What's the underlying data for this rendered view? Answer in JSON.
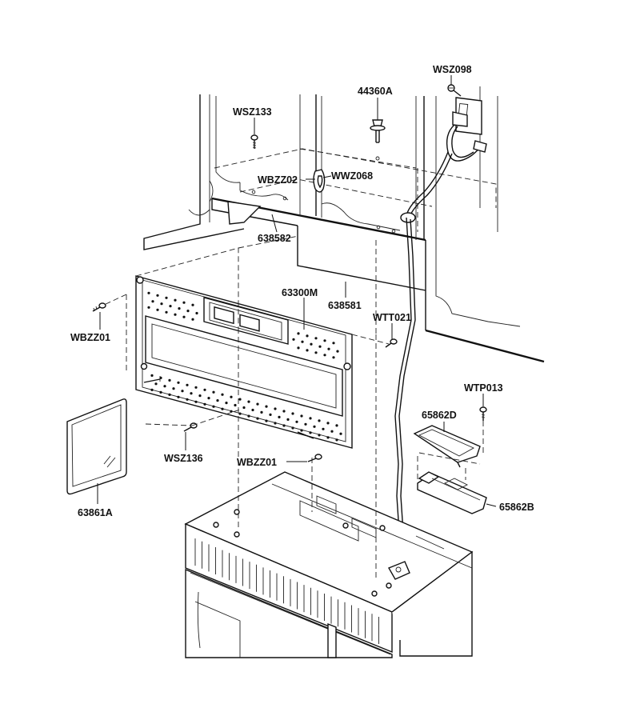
{
  "labels": {
    "wsz098": "WSZ098",
    "p44360a": "44360A",
    "wsz133": "WSZ133",
    "wbzz02": "WBZZ02",
    "wwz068": "WWZ068",
    "p638582": "638582",
    "p63300m": "63300M",
    "p638581": "638581",
    "wtt021": "WTT021",
    "wbzz01_left": "WBZZ01",
    "wtp013": "WTP013",
    "p65862d": "65862D",
    "wsz136": "WSZ136",
    "wbzz01_bottom": "WBZZ01",
    "p63861a": "63861A",
    "p65862b": "65862B"
  }
}
